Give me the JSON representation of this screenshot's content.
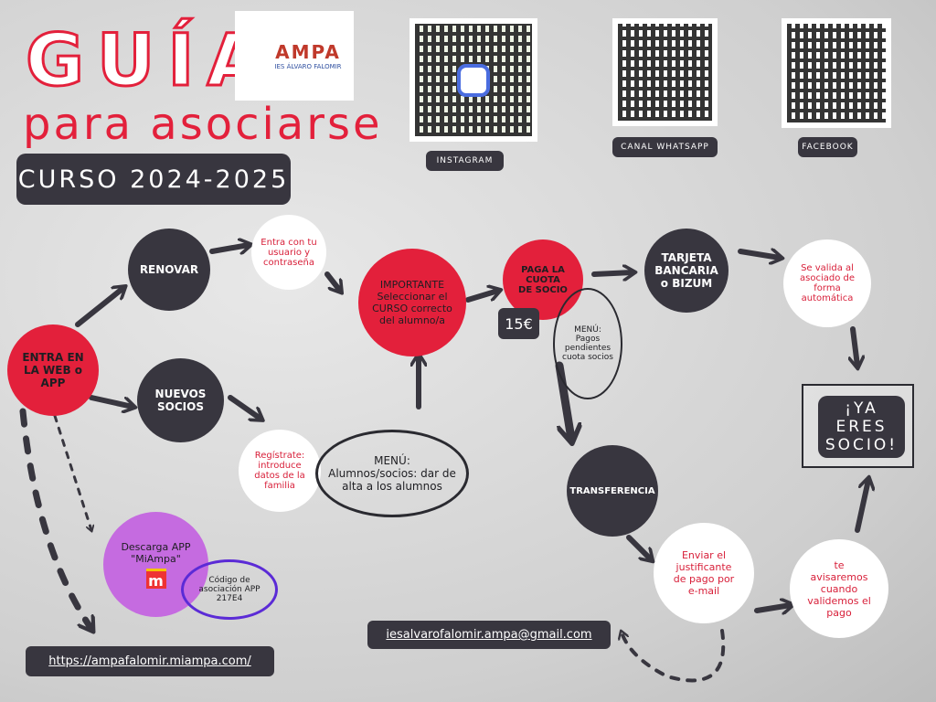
{
  "title": {
    "main": "GUÍA",
    "sub": "para asociarse",
    "course": "CURSO 2024-2025"
  },
  "logo": {
    "name": "AMPA",
    "school": "IES ÁLVARO FALOMIR"
  },
  "qr": {
    "instagram": "INSTAGRAM",
    "whatsapp": "CANAL WHATSAPP",
    "facebook": "FACEBOOK"
  },
  "steps": {
    "start": "ENTRA EN LA WEB o APP",
    "renovar": "RENOVAR",
    "nuevos": "NUEVOS SOCIOS",
    "login": "Entra con tu usuario y contraseña",
    "register": "Regístrate: introduce datos de la familia",
    "important": "IMPORTANTE Seleccionar el CURSO correcto del alumno/a",
    "menu_students_title": "MENÚ:",
    "menu_students": "Alumnos/socios: dar de alta a los alumnos",
    "pay": "PAGA LA CUOTA DE SOCIO",
    "price": "15€",
    "menu_pay_title": "MENÚ:",
    "menu_pay": "Pagos pendientes cuota socios",
    "card": "TARJETA BANCARIA o BIZUM",
    "auto": "Se valida al asociado de forma automática",
    "done": "¡YA ERES SOCIO!",
    "transfer": "TRANSFERENCIA",
    "send": "Enviar el justificante de pago por e-mail",
    "notify": "te avisaremos cuando validemos el pago",
    "email": "iesalvarofalomir.ampa@gmail.com",
    "download": "Descarga APP \"MiAmpa\"",
    "code_label": "Código de asociación APP",
    "code": "217E4",
    "url": "https://ampafalomir.miampa.com/"
  },
  "colors": {
    "red": "#e3203b",
    "dark": "#38363f",
    "purple": "#c56be0",
    "code_ring": "#5b2bd6"
  }
}
